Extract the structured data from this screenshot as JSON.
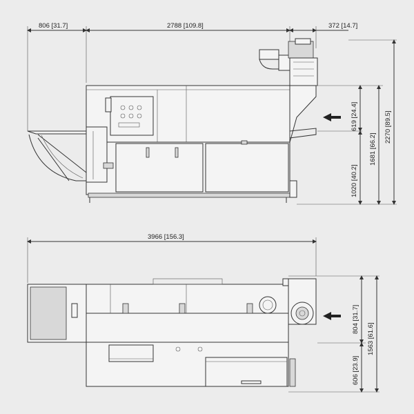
{
  "drawing": {
    "side_view": {
      "dims": {
        "left_overhang": "806 [31.7]",
        "body_length": "2788 [109.8]",
        "right_overhang": "372 [14.7]",
        "inlet_height": "619 [24.4]",
        "table_height": "1020 [40.2]",
        "body_height": "1681 [66.2]",
        "total_height": "2270 [89.5]"
      }
    },
    "top_view": {
      "dims": {
        "total_length": "3966 [156.3]",
        "inlet_offset": "804 [31.7]",
        "total_width": "1563 [61.6]",
        "lower_width": "606 [23.9]"
      }
    }
  },
  "colors": {
    "background": "#ececec",
    "line": "#333333",
    "panel": "#f4f4f4"
  }
}
